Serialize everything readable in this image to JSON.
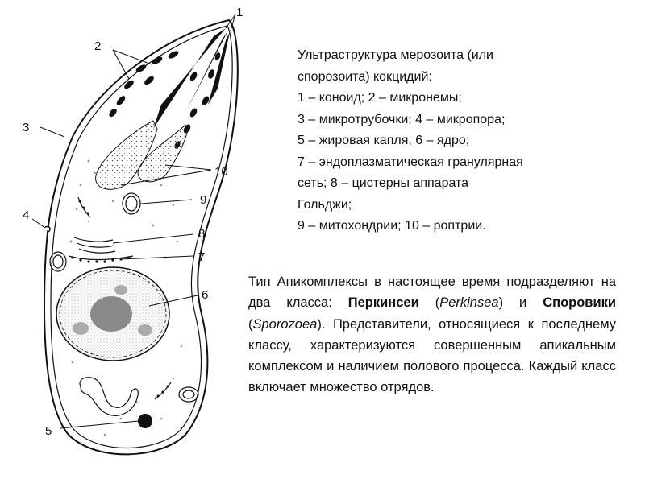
{
  "labels": {
    "l1": "1",
    "l2": "2",
    "l3": "3",
    "l4": "4",
    "l5": "5",
    "l6": "6",
    "l7": "7",
    "l8": "8",
    "l9": "9",
    "l10": "10"
  },
  "caption": {
    "line1": "Ультраструктура мерозоита (или",
    "line2": "спорозоита) кокцидий:",
    "line3": "1 – коноид; 2 – микронемы;",
    "line4": "3 – микротрубочки; 4 – микропора;",
    "line5": "5 – жировая капля; 6 – ядро;",
    "line6": "7 – эндоплазматическая гранулярная",
    "line7": "сеть; 8 – цистерны аппарата",
    "line8": "Гольджи;",
    "line9": "9 – митохондрии; 10 – роптрии."
  },
  "paragraph": {
    "t1": "Тип Апикомплексы в настоящее время подразделяют на два ",
    "t2": "класса",
    "t3": ": ",
    "t4": "Перкинсеи",
    "t5": " (",
    "t6": "Perkinsea",
    "t7": ") и ",
    "t8": "Споровики",
    "t9": " (",
    "t10": "Sporozoea",
    "t11": "). Представители, относящиеся к последнему классу, характеризуются совершенным апикальным комплексом и наличием полового процесса. Каждый класс включает множество отрядов."
  }
}
